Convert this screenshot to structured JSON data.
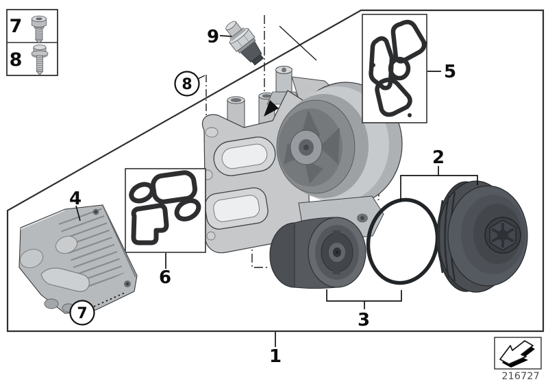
{
  "legend": {
    "item_top": "7",
    "item_bottom": "8"
  },
  "callouts": {
    "c1": "1",
    "c2": "2",
    "c3": "3",
    "c4": "4",
    "c5": "5",
    "c6": "6",
    "c7": "7",
    "c8": "8",
    "c9": "9"
  },
  "footer": {
    "drawing_number": "216727"
  },
  "icons": {
    "direction_arrow": "direction-arrow-icon",
    "torx_screw": "torx-screw-icon",
    "hex_bolt": "hex-flange-bolt-icon"
  },
  "colors": {
    "line": "#1a1a1a",
    "frame": "#2e2e2e",
    "metal_light": "#d8dadc",
    "metal_mid": "#c6c8ca",
    "metal_dark": "#8d9093",
    "rubber_dark": "#2b2d2f",
    "plastic_dark": "#4b4f54",
    "code_text": "#4a4a4a",
    "background": "#ffffff"
  }
}
